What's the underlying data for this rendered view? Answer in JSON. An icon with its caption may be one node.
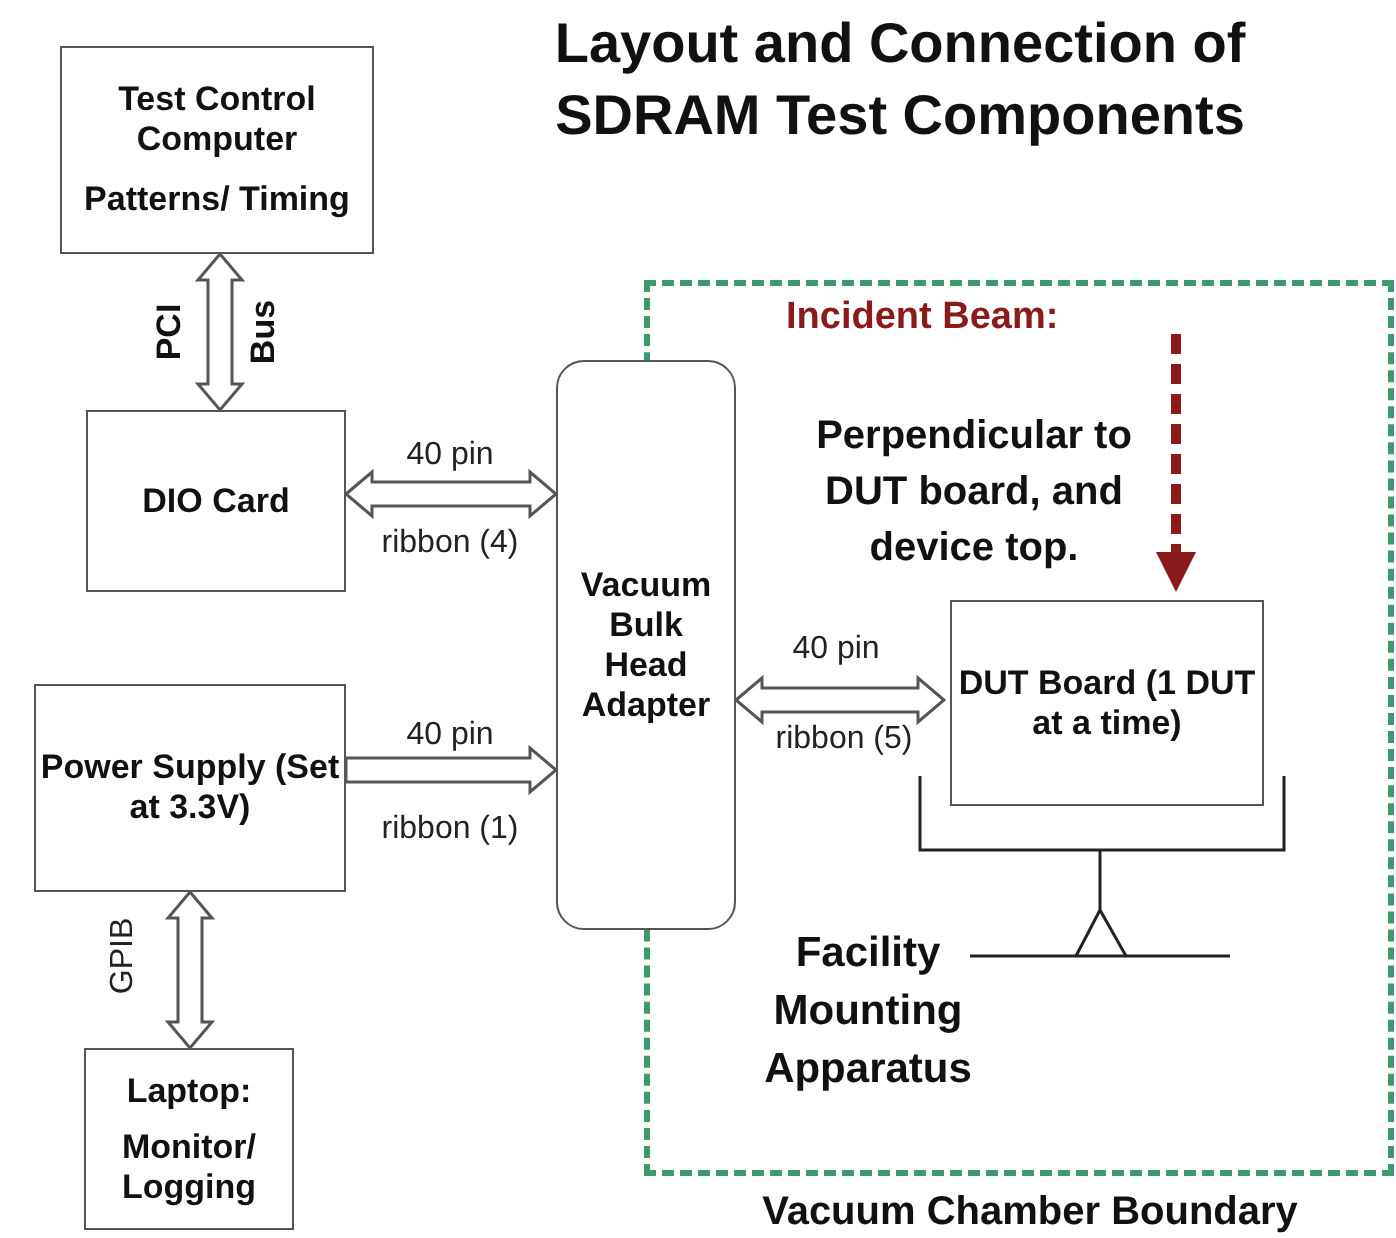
{
  "diagram": {
    "title": "Layout and Connection of SDRAM Test Components",
    "nodes": [
      {
        "text": [
          "Test Control Computer",
          "Patterns/ Timing"
        ]
      },
      {
        "text": [
          "DIO Card"
        ]
      },
      {
        "text": [
          "Power Supply (Set at 3.3V)"
        ]
      },
      {
        "text": [
          "Laptop:",
          "Monitor/ Logging"
        ]
      },
      {
        "text": [
          "Vacuum Bulk Head Adapter"
        ]
      },
      {
        "text": [
          "Vacuum Chamber Boundary"
        ]
      },
      {
        "text": [
          "Incident Beam:"
        ],
        "in": 5
      },
      {
        "text": [
          "DUT Board (1 DUT at a time)"
        ],
        "in": 5
      }
    ],
    "edges": [
      {
        "from": 0,
        "to": 1,
        "arrow": "both"
      },
      {
        "from": 1,
        "to": 4,
        "arrow": "both"
      },
      {
        "from": 2,
        "to": 4,
        "arrow": "to"
      },
      {
        "from": 2,
        "to": 3,
        "arrow": "both",
        "label": "GPIB"
      },
      {
        "from": 4,
        "to": 7,
        "arrow": "both"
      },
      {
        "from": 6,
        "to": 7,
        "arrow": "to",
        "style": "dashed",
        "color": "#8b1a1a"
      }
    ],
    "labels": [
      "Perpendicular to DUT board, and device top.",
      "PCI",
      "Bus",
      "40 pin",
      "ribbon (4)",
      "40 pin",
      "ribbon (1)",
      "40 pin",
      "ribbon (5)",
      "Facility Mounting Apparatus"
    ]
  }
}
